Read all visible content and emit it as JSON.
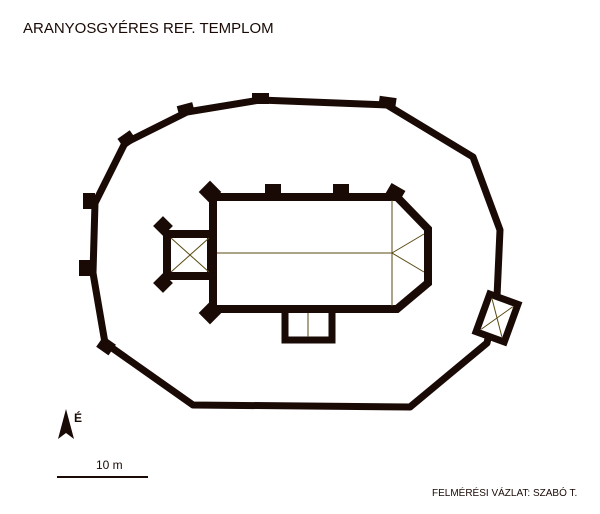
{
  "title": "ARANYOSGYÉRES REF. TEMPLOM",
  "north_label": "É",
  "scale_label": "10 m",
  "credit": "FELMÉRÉSI VÁZLAT: SZABÓ  T.",
  "colors": {
    "ink": "#1a0a05",
    "thin_line": "#5a4a10",
    "background": "#ffffff"
  }
}
